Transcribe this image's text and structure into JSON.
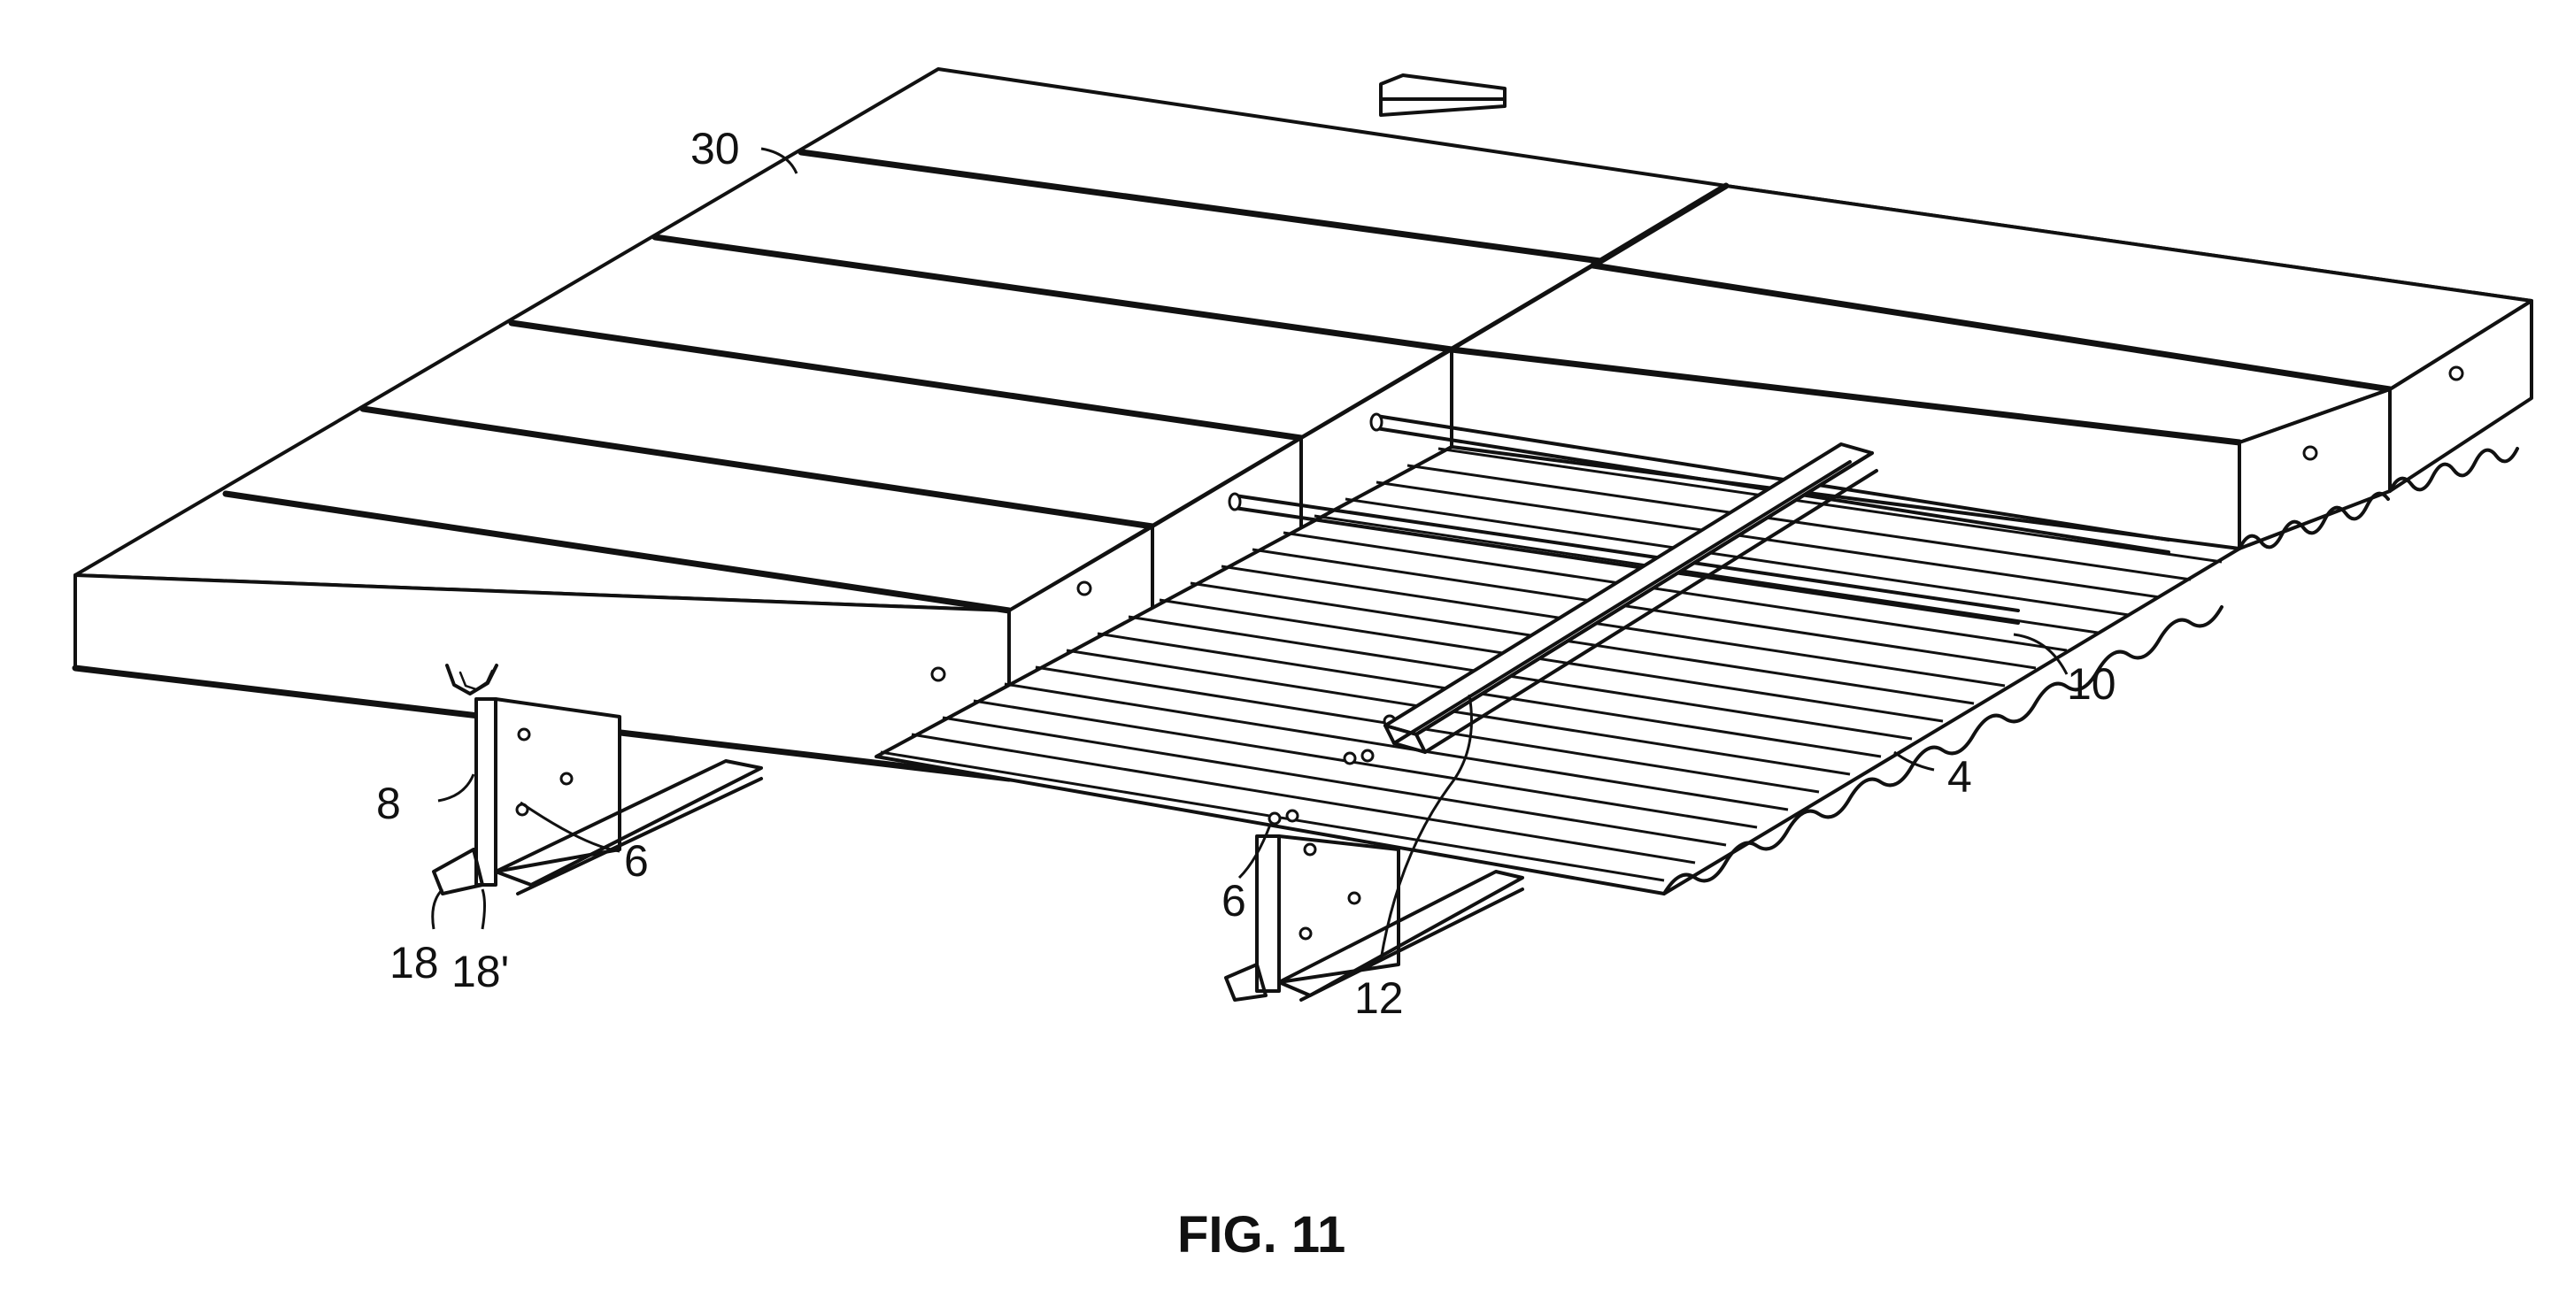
{
  "figure": {
    "caption": "FIG. 11",
    "reference_numerals": {
      "panels": "30",
      "rebar": "10",
      "deck": "4",
      "fasteners_left": "6",
      "fasteners_right": "6",
      "web": "8",
      "flange_left": "18",
      "flange_right": "18'",
      "channel": "12"
    }
  }
}
